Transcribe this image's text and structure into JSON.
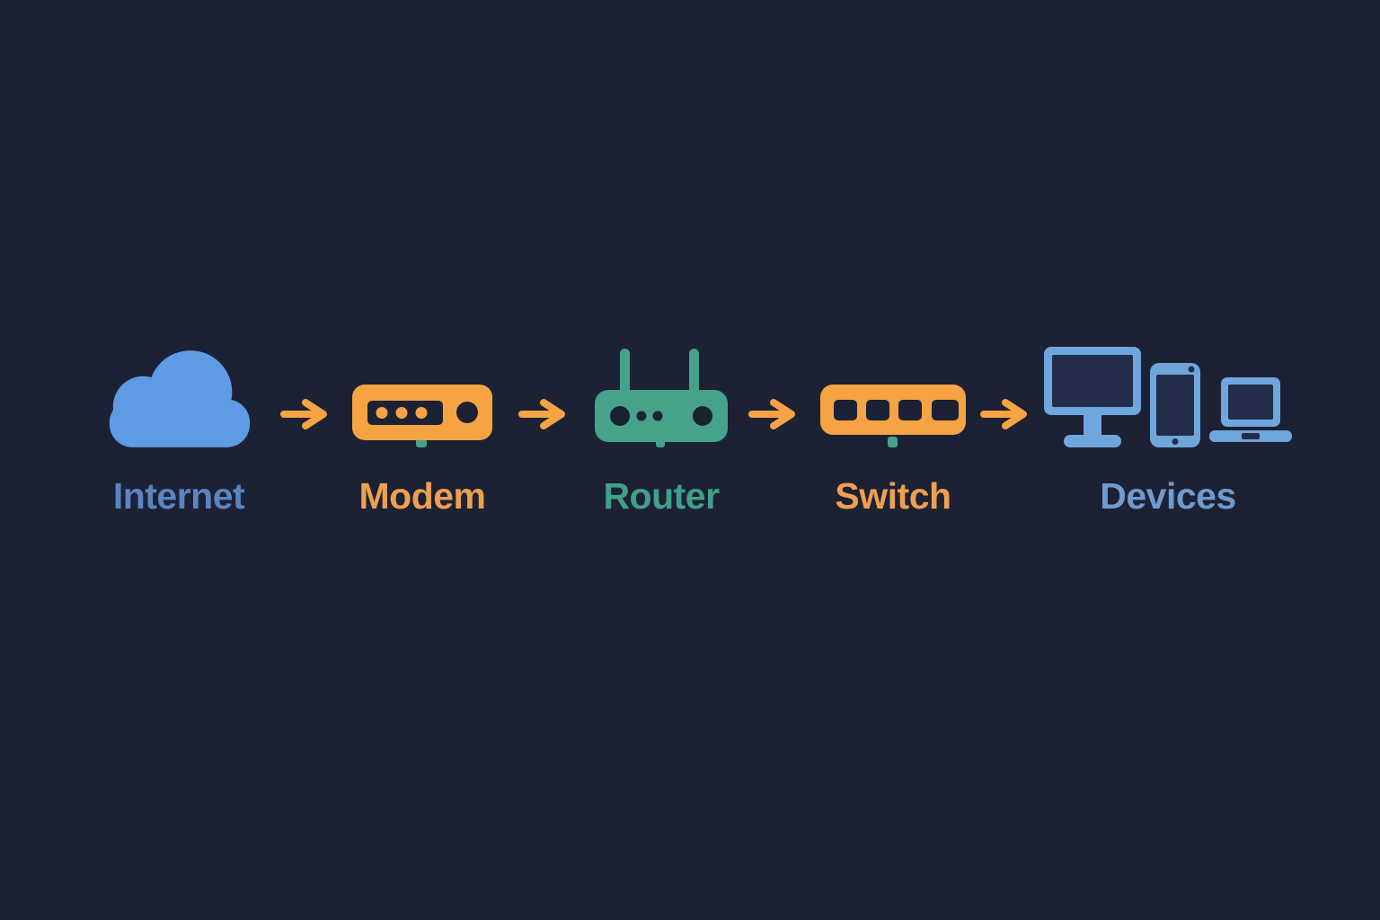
{
  "background": "#1c2134",
  "colors": {
    "cloud_blue": "#5d9ce4",
    "device_blue": "#6fa6dc",
    "orange": "#f6a343",
    "teal": "#47a28a",
    "navy_cutout": "#1c2134",
    "screen_navy": "#232d4a",
    "label_blue": "#5b84c2",
    "label_orange": "#eda04f",
    "label_teal": "#41a089",
    "label_device_blue": "#6f9bce"
  },
  "diagram": {
    "type": "flow",
    "direction": "left-to-right",
    "nodes": [
      {
        "id": "internet",
        "label": "Internet",
        "icon": "cloud-icon"
      },
      {
        "id": "modem",
        "label": "Modem",
        "icon": "modem-icon"
      },
      {
        "id": "router",
        "label": "Router",
        "icon": "router-icon"
      },
      {
        "id": "switch",
        "label": "Switch",
        "icon": "switch-icon"
      },
      {
        "id": "devices",
        "label": "Devices",
        "icon": "devices-icon"
      }
    ],
    "connections": [
      {
        "from": "internet",
        "to": "modem"
      },
      {
        "from": "modem",
        "to": "router"
      },
      {
        "from": "router",
        "to": "switch"
      },
      {
        "from": "switch",
        "to": "devices"
      }
    ]
  }
}
